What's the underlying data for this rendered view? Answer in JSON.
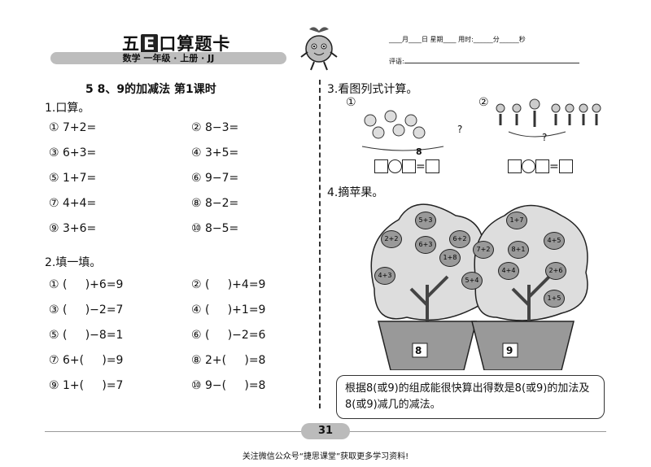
{
  "header": {
    "brand_prefix": "五",
    "brand_e": "E",
    "brand_suffix": "口算题卡",
    "subject_bar": "数学 一年级 · 上册 · JJ",
    "date_line": "____月____日 星期____  用时:______分______秒",
    "comment_label": "评语:"
  },
  "lesson_title": "5  8、9的加减法  第1课时",
  "section1": {
    "heading": "1.口算。",
    "items": [
      "① 7+2=",
      "② 8−3=",
      "③ 6+3=",
      "④ 3+5=",
      "⑤ 1+7=",
      "⑥ 9−7=",
      "⑦ 4+4=",
      "⑧ 8−2=",
      "⑨ 3+6=",
      "⑩ 8−5="
    ]
  },
  "section2": {
    "heading": "2.填一填。",
    "items": [
      "① (     )+6=9",
      "② (     )+4=9",
      "③ (     )−2=7",
      "④ (     )+1=9",
      "⑤ (     )−8=1",
      "⑥ (     )−2=6",
      "⑦ 6+(     )=9",
      "⑧ 2+(     )=8",
      "⑨ 1+(     )=7",
      "⑩ 9−(     )=8"
    ]
  },
  "section3": {
    "heading": "3.看图列式计算。",
    "p1_label": "①",
    "p2_label": "②",
    "p1_total": "8",
    "question": "?"
  },
  "section4": {
    "heading": "4.摘苹果。",
    "basket_left": "8",
    "basket_right": "9",
    "apples_left": [
      "5+3",
      "2+2",
      "6+3",
      "6+2",
      "1+8",
      "4+3",
      "5+4"
    ],
    "apples_right": [
      "1+7",
      "7+2",
      "8+1",
      "4+5",
      "4+4",
      "2+6",
      "1+5"
    ]
  },
  "tip_text": "根据8(或9)的组成能很快算出得数是8(或9)的加法及8(或9)减几的减法。",
  "page_number": "31",
  "footer": "关注微信公众号“捷思课堂”获取更多学习资料!"
}
